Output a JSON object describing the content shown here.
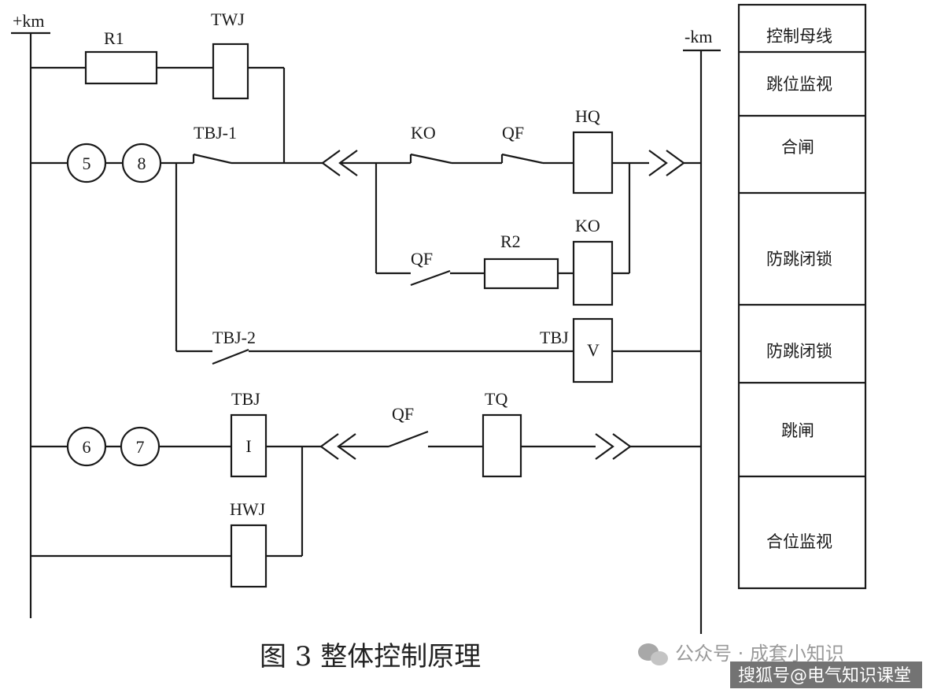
{
  "bus": {
    "positive": "+km",
    "negative": "-km"
  },
  "components": {
    "r1": "R1",
    "twj": "TWJ",
    "tbj1": "TBJ-1",
    "ko": "KO",
    "qf": "QF",
    "hq": "HQ",
    "r2": "R2",
    "tbj2": "TBJ-2",
    "tbj": "TBJ",
    "v_letter": "V",
    "i_letter": "I",
    "tq": "TQ",
    "hwj": "HWJ"
  },
  "terminals": {
    "t5": "5",
    "t8": "8",
    "t6": "6",
    "t7": "7"
  },
  "table": [
    "控制母线",
    "跳位监视",
    "合闸",
    "防跳闭锁",
    "防跳闭锁",
    "跳闸",
    "合位监视"
  ],
  "caption": "图 3  整体控制原理",
  "watermarks": {
    "account": "公众号 · 成套小知识",
    "sohu": "搜狐号@电气知识课堂"
  }
}
